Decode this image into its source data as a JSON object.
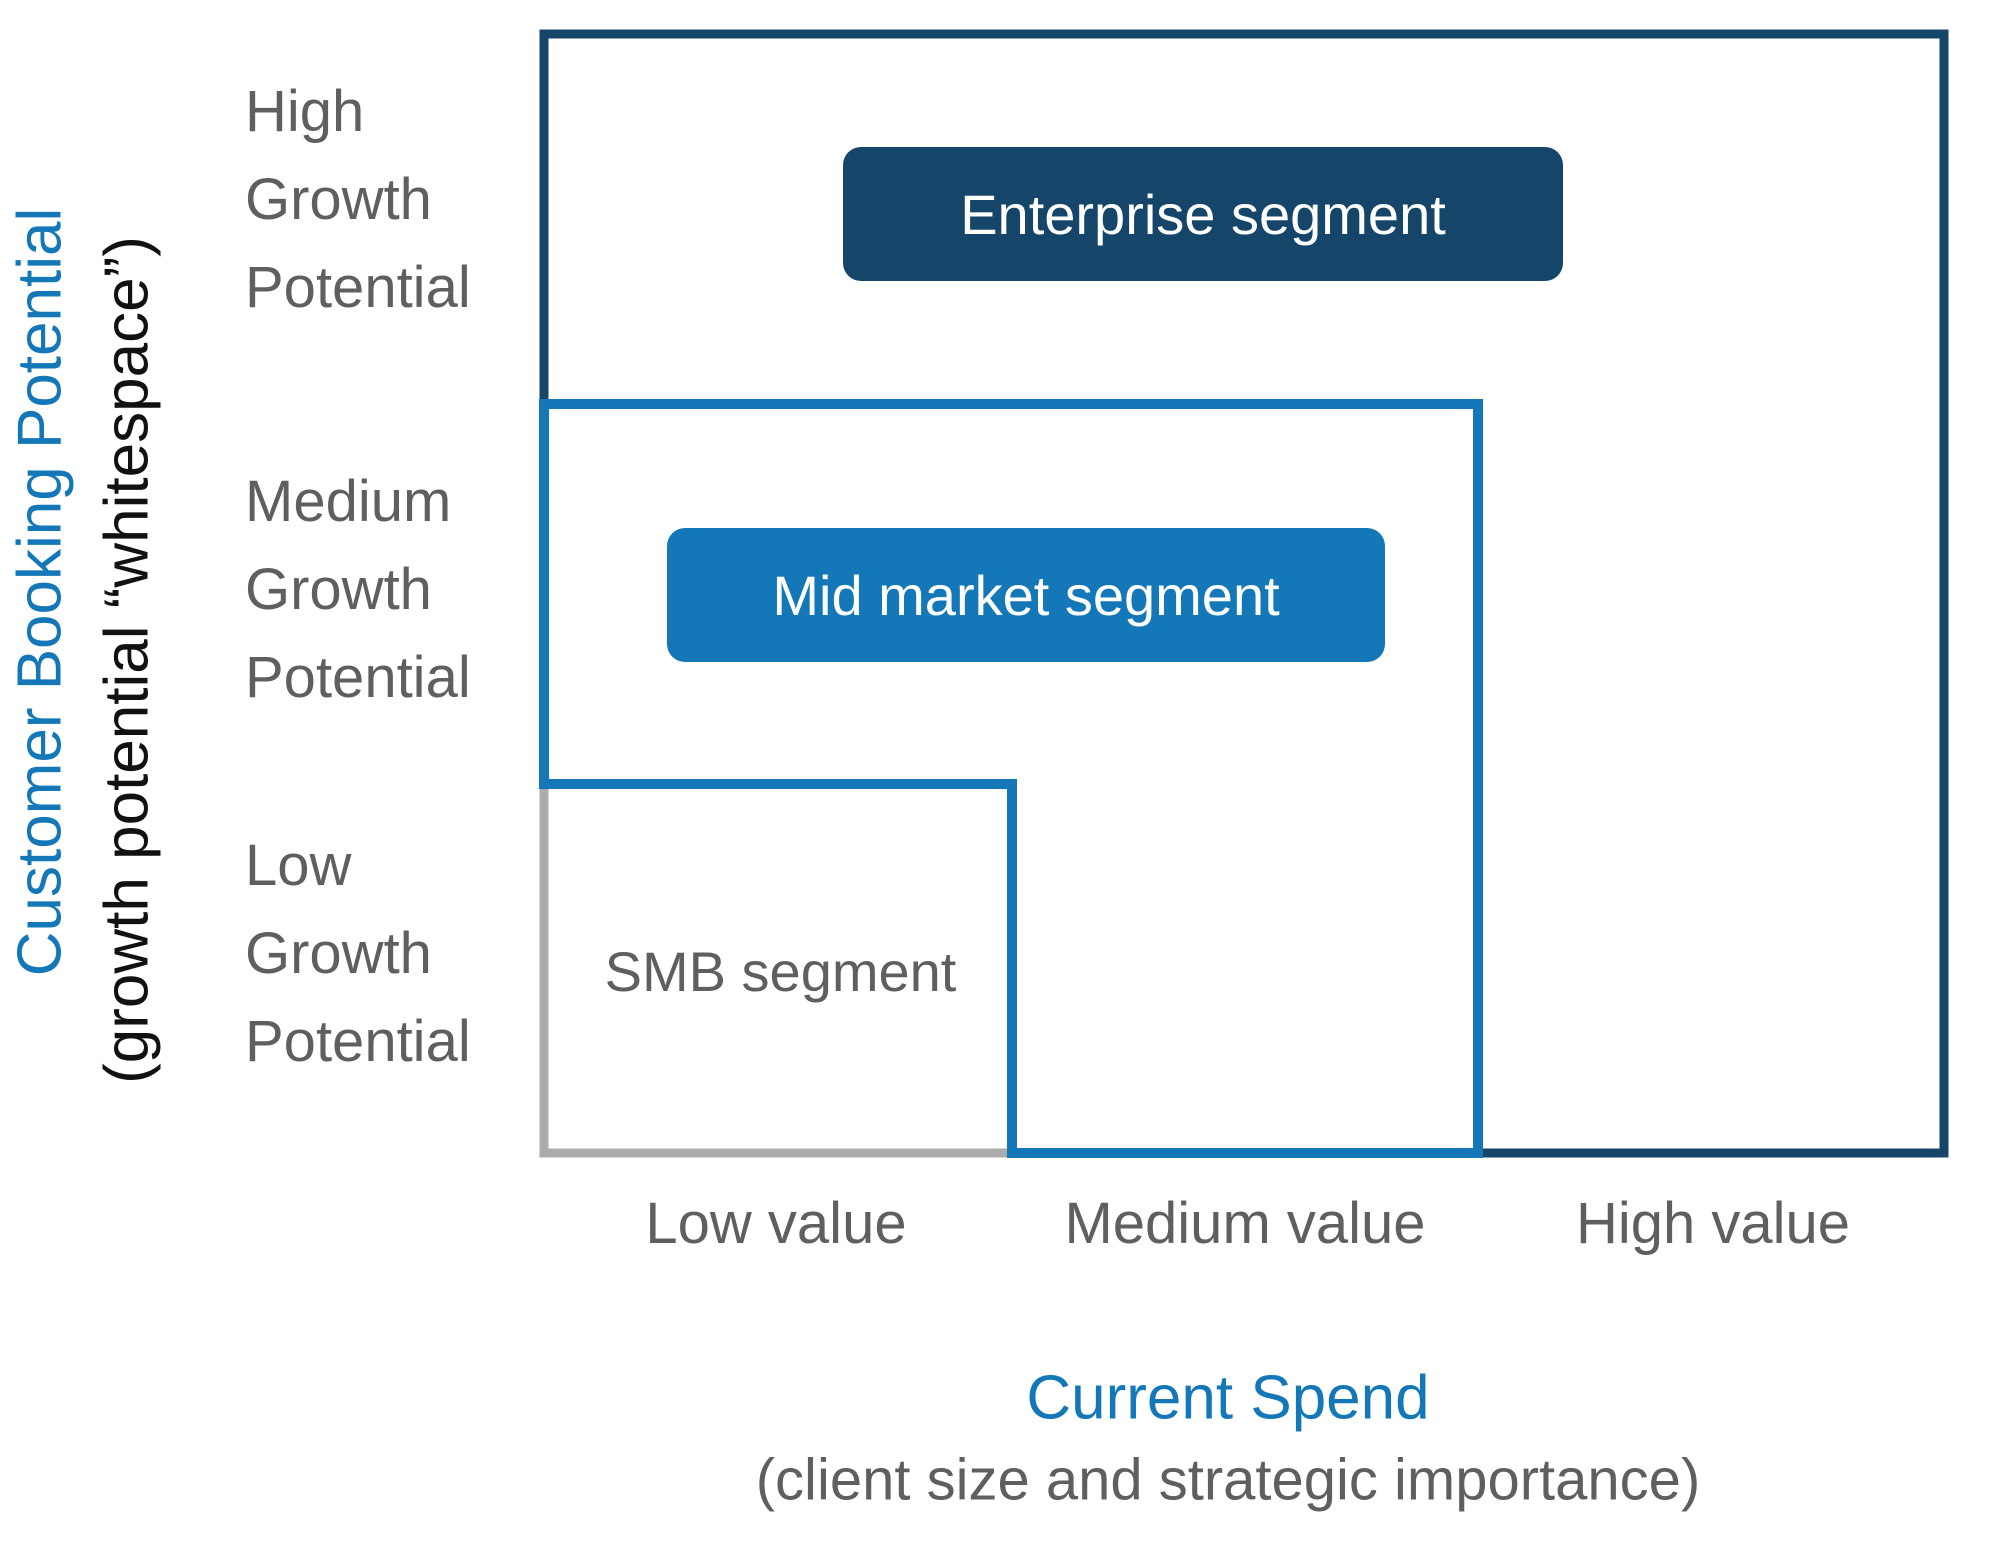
{
  "colors": {
    "navy": "#154669",
    "blue": "#1377b8",
    "gray_line": "#ababab",
    "gray_text": "#5f5f5f",
    "black_text": "#111111",
    "badge_text": "#ffffff",
    "background": "#ffffff"
  },
  "y_axis": {
    "title": "Customer Booking Potential",
    "subtitle": "(growth potential “whitespace”)",
    "ticks": [
      {
        "label": "High\nGrowth\nPotential"
      },
      {
        "label": "Medium\nGrowth\nPotential"
      },
      {
        "label": "Low\nGrowth\nPotential"
      }
    ]
  },
  "x_axis": {
    "title": "Current Spend",
    "subtitle": "(client size and strategic importance)",
    "ticks": [
      {
        "label": "Low value"
      },
      {
        "label": "Medium value"
      },
      {
        "label": "High value"
      }
    ]
  },
  "segments": [
    {
      "label": "Enterprise segment",
      "color": "#154669",
      "x_extent": "Low value to High value",
      "y_extent": "High Growth Potential"
    },
    {
      "label": "Mid market segment",
      "color": "#1377b8",
      "x_extent": "Low value to Medium value",
      "y_extent": "Medium Growth Potential"
    },
    {
      "label": "SMB segment",
      "color": "#ababab",
      "x_extent": "Low value",
      "y_extent": "Low Growth Potential"
    }
  ]
}
